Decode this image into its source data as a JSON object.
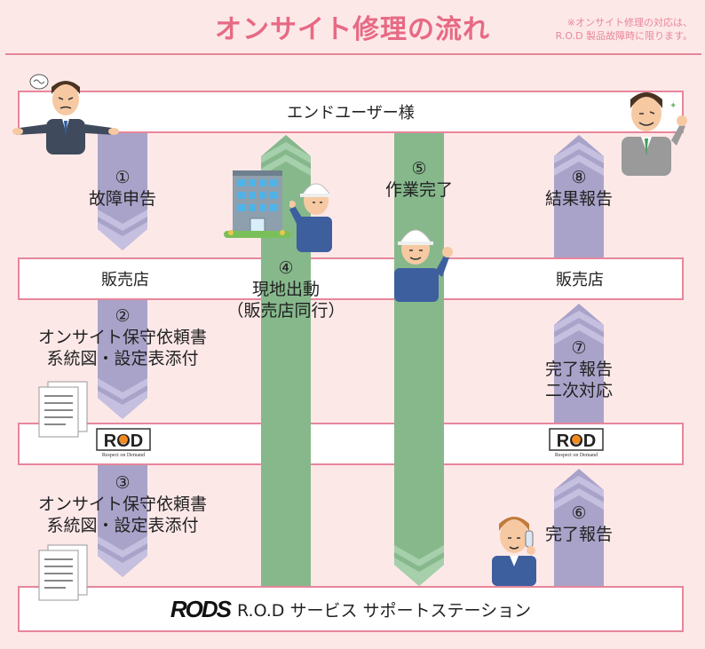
{
  "header": {
    "title": "オンサイト修理の流れ",
    "note_line1": "※オンサイト修理の対応は、",
    "note_line2": "R.O.D 製品故障時に限ります。"
  },
  "bars": {
    "end_user": "エンドユーザー様",
    "dealer_left": "販売店",
    "dealer_right": "販売店",
    "service_station": "R.O.D サービス サポートステーション"
  },
  "logos": {
    "rod_text": "ROD",
    "rod_tagline": "Respect on Demand",
    "rods_text": "RODS"
  },
  "steps": {
    "s1_num": "①",
    "s1_text": "故障申告",
    "s2_num": "②",
    "s2_line1": "オンサイト保守依頼書",
    "s2_line2": "系統図・設定表添付",
    "s3_num": "③",
    "s3_line1": "オンサイト保守依頼書",
    "s3_line2": "系統図・設定表添付",
    "s4_num": "④",
    "s4_line1": "現地出動",
    "s4_line2": "（販売店同行）",
    "s5_num": "⑤",
    "s5_text": "作業完了",
    "s6_num": "⑥",
    "s6_text": "完了報告",
    "s7_num": "⑦",
    "s7_line1": "完了報告",
    "s7_line2": "二次対応",
    "s8_num": "⑧",
    "s8_text": "結果報告"
  },
  "colors": {
    "background": "#fde8e8",
    "title": "#e76a84",
    "border": "#e7869b",
    "purple_arrow": "#a9a3c9",
    "green_arrow": "#86b88c"
  }
}
